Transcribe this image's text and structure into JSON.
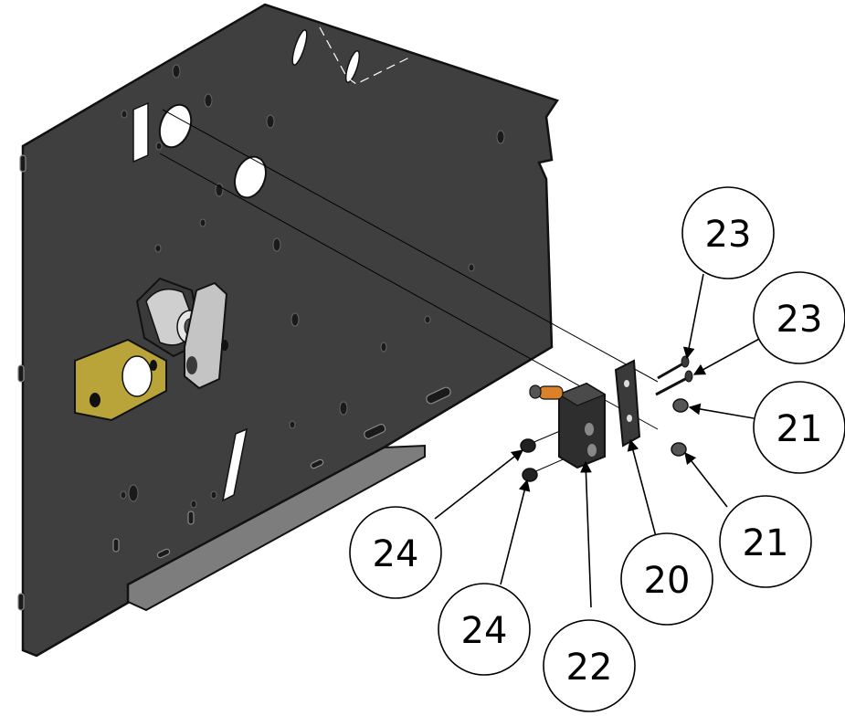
{
  "callouts": [
    {
      "id": "c23a",
      "label": "23"
    },
    {
      "id": "c23b",
      "label": "23"
    },
    {
      "id": "c21a",
      "label": "21"
    },
    {
      "id": "c21b",
      "label": "21"
    },
    {
      "id": "c20",
      "label": "20"
    },
    {
      "id": "c22",
      "label": "22"
    },
    {
      "id": "c24a",
      "label": "24"
    },
    {
      "id": "c24b",
      "label": "24"
    }
  ],
  "colors": {
    "panel": "#3f3f3f",
    "panel_edge": "#111111",
    "flange": "#7d7d7d",
    "bracket": "#b9a43a",
    "cylinder": "#cfcfcf",
    "switch_body": "#2e2e2e",
    "switch_plunger": "#d9822b"
  }
}
